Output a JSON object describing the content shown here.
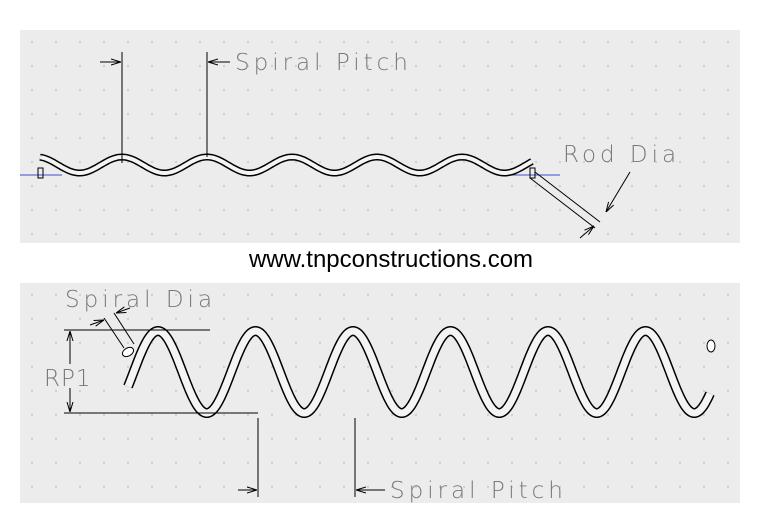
{
  "top_diagram": {
    "pitch_label": "Spiral Pitch",
    "rod_label": "Rod Dia"
  },
  "website": "www.tnpconstructions.com",
  "bottom_diagram": {
    "dia_label": "Spiral Dia",
    "height_label": "RP1",
    "pitch_label": "Spiral Pitch"
  },
  "colors": {
    "line": "#000000",
    "axis": "#3a4fd0",
    "label": "#777777"
  }
}
